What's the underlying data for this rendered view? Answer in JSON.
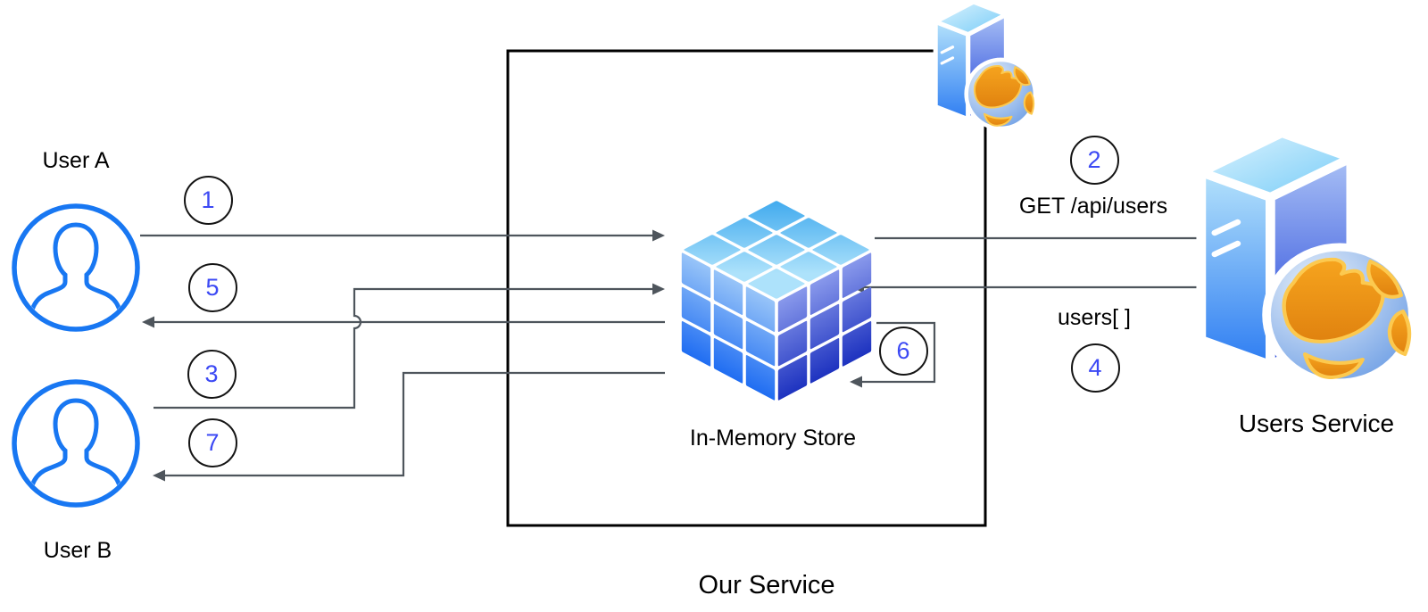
{
  "actors": {
    "user_a": {
      "label": "User A"
    },
    "user_b": {
      "label": "User B"
    }
  },
  "our_service": {
    "box_label": "Our Service",
    "store_label": "In-Memory Store"
  },
  "users_service": {
    "label": "Users Service"
  },
  "messages": {
    "request": "GET /api/users",
    "response": "users[ ]"
  },
  "steps": {
    "s1": "1",
    "s2": "2",
    "s3": "3",
    "s4": "4",
    "s5": "5",
    "s6": "6",
    "s7": "7"
  },
  "icons": {
    "user_a": "user-avatar-icon",
    "user_b": "user-avatar-icon",
    "in_memory_store": "memory-cube-icon",
    "our_service_host": "web-server-globe-icon",
    "users_service": "web-server-globe-icon"
  },
  "colors": {
    "user_icon_blue": "#1877f2",
    "step_number_blue": "#3c49f4",
    "connector_gray": "#4e555c",
    "box_border": "#000000"
  }
}
